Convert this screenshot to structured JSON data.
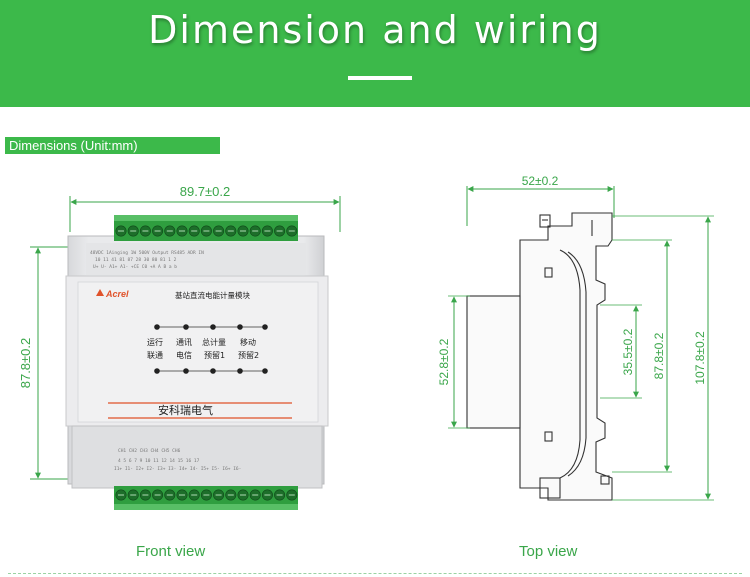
{
  "header": {
    "title": "Dimension and wiring"
  },
  "section": {
    "label": "Dimensions (Unit:mm)"
  },
  "front_view": {
    "caption": "Front view",
    "width_label": "89.7±0.2",
    "height_label": "87.8±0.2",
    "brand": "Acrel",
    "product_title": "基站直流电能计量模块",
    "leds": [
      "运行",
      "通讯",
      "总计量",
      "移动",
      "联通",
      "电信",
      "预留1",
      "预留2"
    ],
    "maker": "安科瑞电气",
    "top_terminal_header": "48VDC 1Ainging 1W 500V Output RS485      ADR  IN",
    "top_terminal_numbers": "10   11   41   81   87   28   30   80   81      1    2",
    "top_terminal_signs": "U+  U-  A1+  A1-  +CE  C0  +A   A    B       a    b",
    "bottom_channel_header": "CH1      CH2      CH3      CH4      CH5      CH6",
    "bottom_terminal_numbers": "4   5   6   7   9   10  11  12  14  15  16  17",
    "bottom_terminal_signs": "I1+ I1- I2+ I2- I3+ I3- I4+ I4- I5+ I5- I6+ I6-"
  },
  "top_view": {
    "caption": "Top view",
    "width_label": "52±0.2",
    "dims": [
      "52.8±0.2",
      "35.5±0.2",
      "87.8±0.2",
      "107.8±0.2"
    ]
  },
  "colors": {
    "brand_green": "#3cb94a",
    "dimension_green": "#3aa64a",
    "terminal_green": "#2f9e3f"
  }
}
